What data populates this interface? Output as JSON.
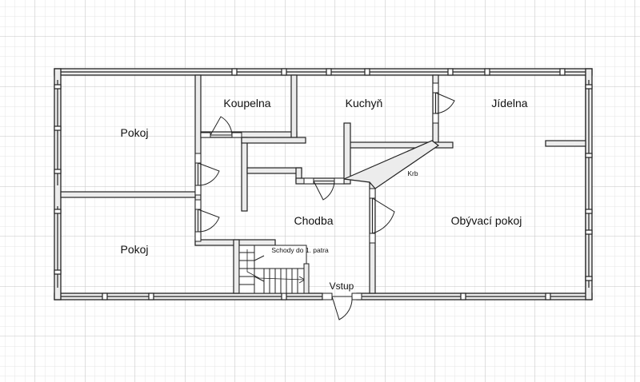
{
  "plan": {
    "rooms": {
      "pokoj_top": "Pokoj",
      "pokoj_bottom": "Pokoj",
      "koupelna": "Koupelna",
      "kuchyn": "Kuchyň",
      "jidelna": "Jídelna",
      "chodba": "Chodba",
      "obyvaci": "Obývací pokoj",
      "vstup": "Vstup"
    },
    "notes": {
      "krb": "Krb",
      "schody": "Schody do 1. patra"
    }
  },
  "colors": {
    "grid_minor": "#e6e6e6",
    "grid_major": "#c4c4c4",
    "wall_fill": "#ececec",
    "wall_stroke": "#222222"
  }
}
